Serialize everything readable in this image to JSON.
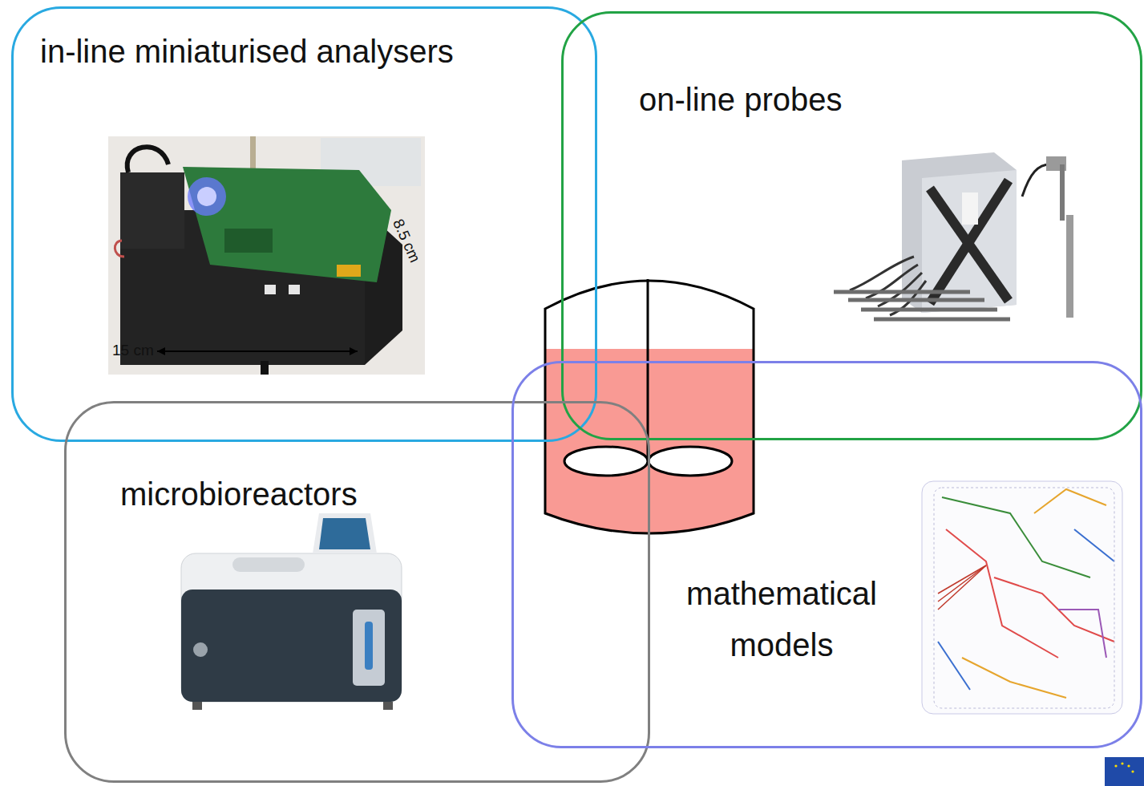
{
  "diagram": {
    "nodes": [
      {
        "text": [
          "in-line miniaturised analysers"
        ]
      },
      {
        "text": [
          "on-line probes"
        ]
      },
      {
        "text": [
          "microbioreactors"
        ]
      },
      {
        "text": [
          "mathematical models"
        ]
      }
    ],
    "labels": [
      "15 cm",
      "8.5 cm"
    ]
  }
}
